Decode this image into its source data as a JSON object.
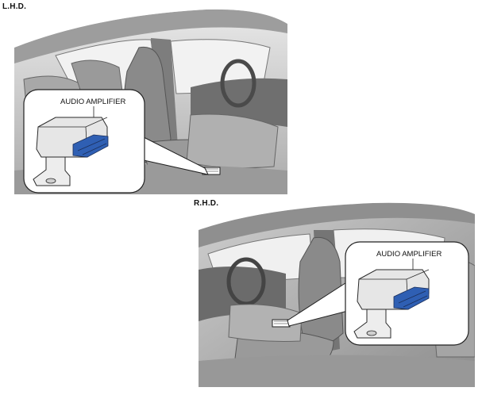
{
  "diagram": {
    "lhd": {
      "heading": "L.H.D.",
      "callout": "AUDIO AMPLIFIER"
    },
    "rhd": {
      "heading": "R.H.D.",
      "callout": "AUDIO AMPLIFIER"
    },
    "colors": {
      "interior_light": "#d9d9d9",
      "interior_mid": "#b7b7b7",
      "interior_dark": "#8a8a8a",
      "component_body": "#e6e6e6",
      "connector_blue": "#2f5fb3",
      "outline": "#2a2a2a"
    }
  }
}
